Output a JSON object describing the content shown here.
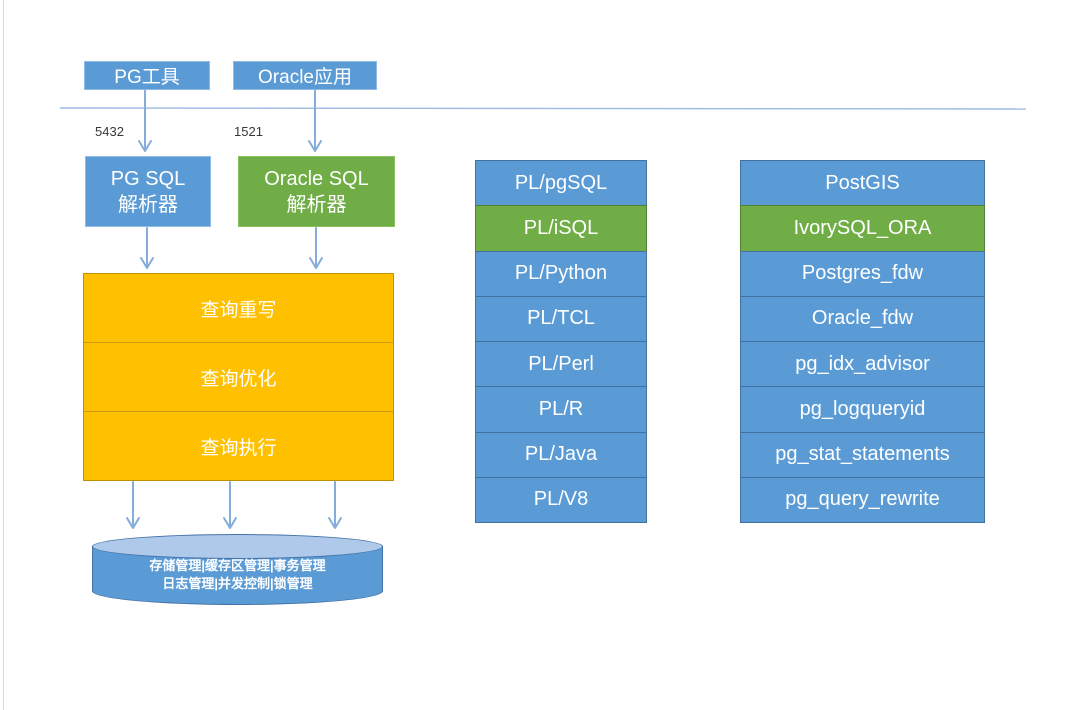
{
  "clients": {
    "pg_tools": "PG工具",
    "oracle_app": "Oracle应用",
    "pg_port": "5432",
    "oracle_port": "1521"
  },
  "parsers": {
    "pg_line1": "PG SQL",
    "pg_line2": "解析器",
    "oracle_line1": "Oracle SQL",
    "oracle_line2": "解析器"
  },
  "query_pipeline": {
    "rewrite": "查询重写",
    "optimize": "查询优化",
    "execute": "查询执行"
  },
  "storage_engine": {
    "line1": "存储管理|缓存区管理|事务管理",
    "line2": "日志管理|并发控制|锁管理"
  },
  "pl_languages": [
    {
      "label": "PL/pgSQL"
    },
    {
      "label": "PL/iSQL",
      "highlight": true
    },
    {
      "label": "PL/Python"
    },
    {
      "label": "PL/TCL"
    },
    {
      "label": "PL/Perl"
    },
    {
      "label": "PL/R"
    },
    {
      "label": "PL/Java"
    },
    {
      "label": "PL/V8"
    }
  ],
  "extensions": [
    {
      "label": "PostGIS"
    },
    {
      "label": "IvorySQL_ORA",
      "highlight": true
    },
    {
      "label": "Postgres_fdw"
    },
    {
      "label": "Oracle_fdw"
    },
    {
      "label": "pg_idx_advisor"
    },
    {
      "label": "pg_logqueryid"
    },
    {
      "label": "pg_stat_statements"
    },
    {
      "label": "pg_query_rewrite"
    }
  ],
  "colors": {
    "blue": "#5B9BD5",
    "green": "#70AD47",
    "orange": "#FFC000",
    "blue_border": "#41719C",
    "arrow": "#85ADDC"
  }
}
